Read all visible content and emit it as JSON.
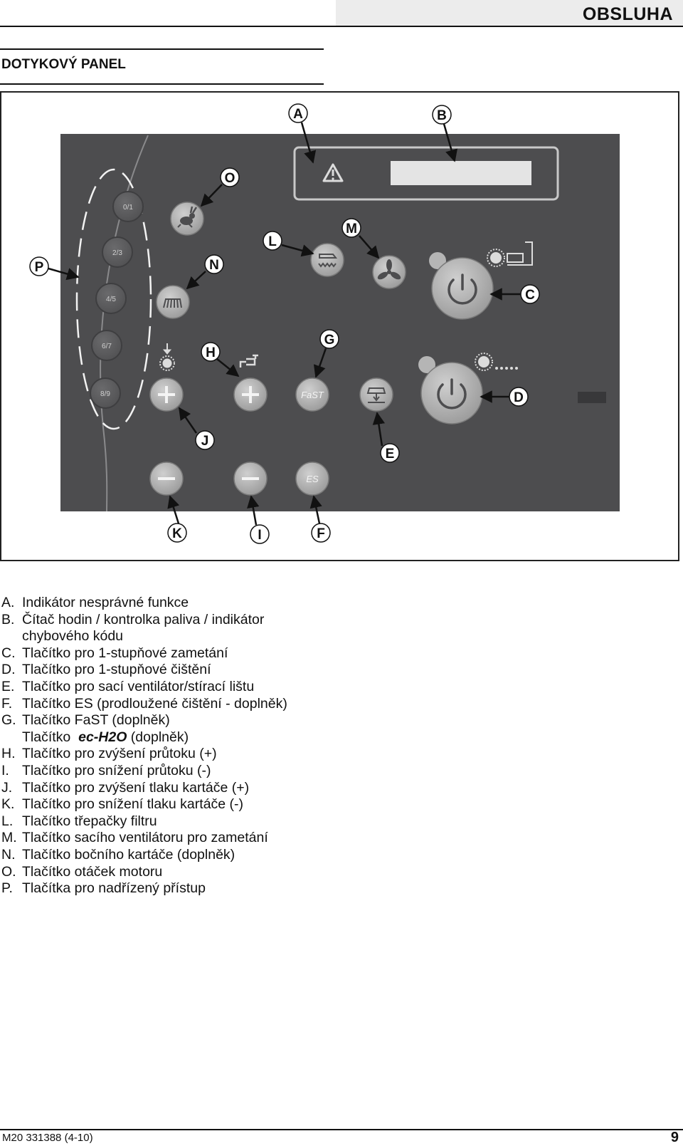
{
  "header": {
    "title": "OBSLUHA"
  },
  "section": {
    "title": "DOTYKOVÝ PANEL"
  },
  "figure": {
    "callouts": {
      "A": "A",
      "B": "B",
      "C": "C",
      "D": "D",
      "E": "E",
      "F": "F",
      "G": "G",
      "H": "H",
      "I": "I",
      "J": "J",
      "K": "K",
      "L": "L",
      "M": "M",
      "N": "N",
      "O": "O",
      "P": "P"
    },
    "panel_labels": {
      "speed1": "0/1",
      "speed2": "2/3",
      "speed3": "4/5",
      "speed4": "6/7",
      "speed5": "8/9",
      "fast": "FaST",
      "es": "ES"
    },
    "icons": {
      "warning": "warning-triangle-icon",
      "rabbit": "rabbit-icon",
      "filter": "filter-shaker-icon",
      "fan": "fan-icon",
      "brush": "side-brush-icon",
      "power": "power-icon",
      "tap": "water-tap-icon",
      "squeegee": "squeegee-icon"
    }
  },
  "legend": {
    "items": [
      {
        "key": "A.",
        "text": "Indikátor nesprávné funkce"
      },
      {
        "key": "B.",
        "text": "Čítač hodin / kontrolka paliva / indikátor",
        "cont": "chybového kódu"
      },
      {
        "key": "C.",
        "text": "Tlačítko pro 1-stupňové zametání"
      },
      {
        "key": "D.",
        "text": "Tlačítko pro 1-stupňové čištění"
      },
      {
        "key": "E.",
        "text": "Tlačítko pro sací ventilátor/stírací lištu"
      },
      {
        "key": "F.",
        "text": "Tlačítko ES (prodloužené čištění - doplněk)"
      },
      {
        "key": "G.",
        "text": "Tlačítko FaST (doplněk)",
        "cont_pre": "Tlačítko  ",
        "cont_em": "ec-H2O",
        "cont_post": " (doplněk)"
      },
      {
        "key": "H.",
        "text": "Tlačítko pro zvýšení průtoku (+)"
      },
      {
        "key": "I.",
        "text": "Tlačítko pro snížení průtoku (-)"
      },
      {
        "key": "J.",
        "text": "Tlačítko pro zvýšení tlaku kartáče (+)"
      },
      {
        "key": "K.",
        "text": "Tlačítko pro snížení tlaku kartáče (-)"
      },
      {
        "key": "L.",
        "text": "Tlačítko třepačky filtru"
      },
      {
        "key": "M.",
        "text": "Tlačítko sacího ventilátoru pro zametání"
      },
      {
        "key": "N.",
        "text": "Tlačítko bočního kartáče (doplněk)"
      },
      {
        "key": "O.",
        "text": "Tlačítko otáček motoru"
      },
      {
        "key": "P.",
        "text": "Tlačítka pro nadřízený přístup"
      }
    ]
  },
  "footer": {
    "doc": "M20 331388 (4-10)",
    "page": "9"
  },
  "colors": {
    "panel": "#4d4d4f",
    "button": "#b8b8b8",
    "text": "#111111"
  }
}
